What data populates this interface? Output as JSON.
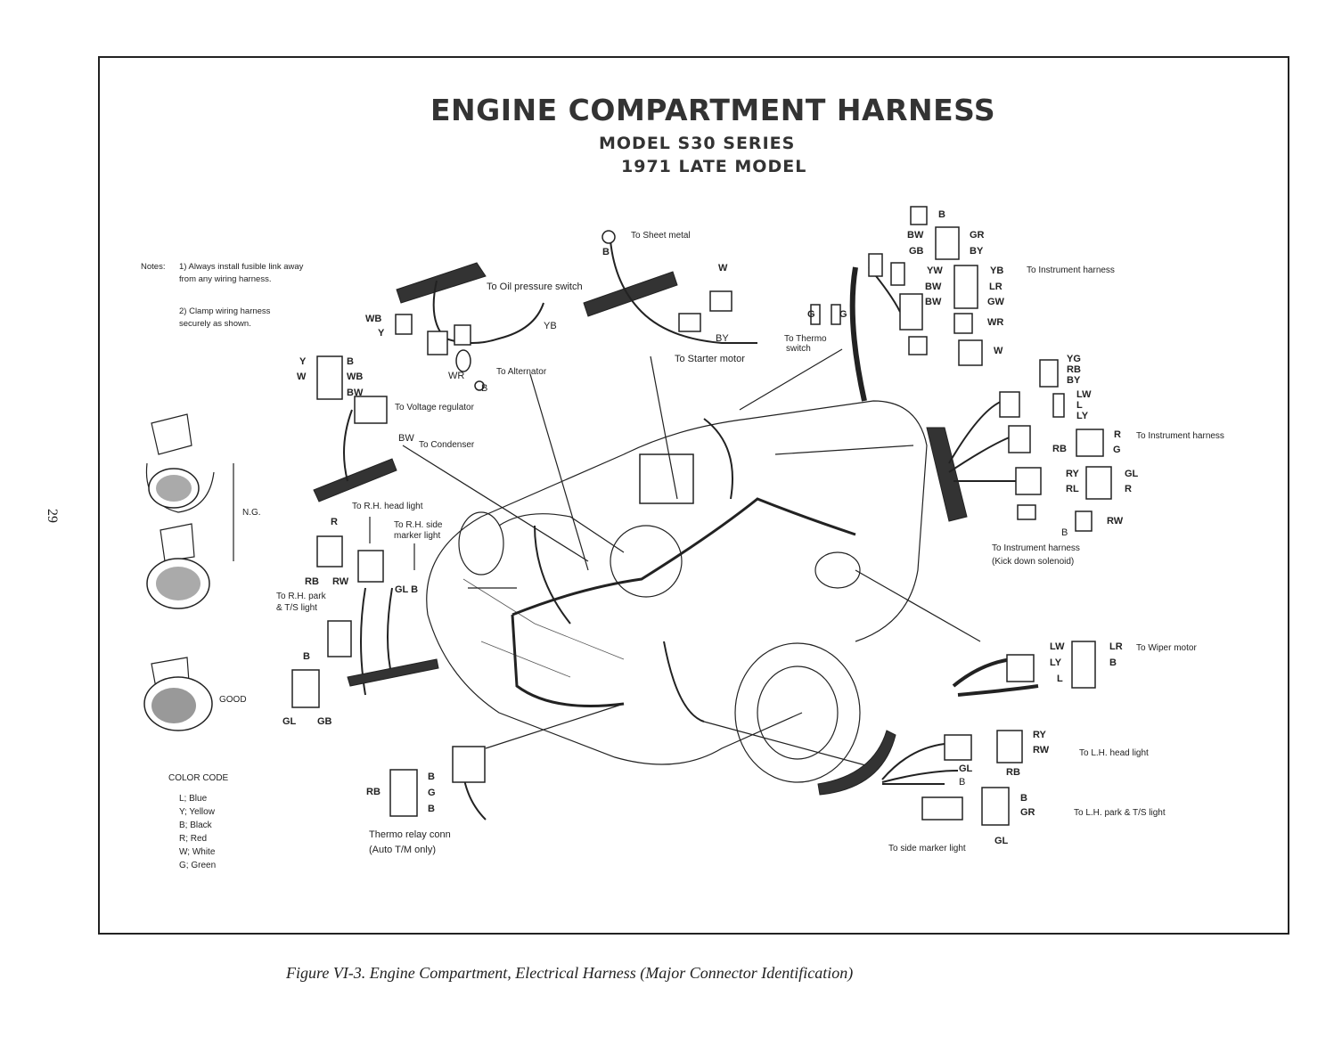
{
  "title": "ENGINE COMPARTMENT HARNESS",
  "subtitle_model": "MODEL S30 SERIES",
  "subtitle_year": "1971 LATE MODEL",
  "page_number": "29",
  "caption": "Figure VI-3. Engine Compartment, Electrical Harness (Major Connector Identification)",
  "notes": {
    "heading": "Notes:",
    "note1": "1) Always install fusible link away from any wiring harness.",
    "note2": "2) Clamp wiring harness securely as shown."
  },
  "clamp_labels": {
    "ng": "N.G.",
    "good": "GOOD"
  },
  "color_code": {
    "heading": "COLOR CODE",
    "items": [
      "L; Blue",
      "Y; Yellow",
      "B; Black",
      "R; Red",
      "W; White",
      "G; Green"
    ]
  },
  "destinations": {
    "sheet_metal": "To Sheet metal",
    "oil_pressure": "To Oil pressure switch",
    "alternator": "To Alternator",
    "voltage_regulator": "To Voltage regulator",
    "condenser": "To Condenser",
    "starter_motor": "To Starter motor",
    "thermo_switch_1": "To Thermo",
    "thermo_switch_2": "switch",
    "instrument_1": "To Instrument harness",
    "instrument_2": "To Instrument harness",
    "instrument_kick_1": "To Instrument harness",
    "instrument_kick_2": "(Kick down solenoid)",
    "wiper": "To Wiper motor",
    "lh_head": "To L.H. head light",
    "lh_park": "To L.H. park & T/S light",
    "side_marker": "To side marker light",
    "rh_head": "To R.H. head light",
    "rh_side_1": "To R.H. side",
    "rh_side_2": "marker light",
    "rh_park_1": "To R.H. park",
    "rh_park_2": "& T/S light",
    "thermo_relay_1": "Thermo relay conn",
    "thermo_relay_2": "(Auto T/M only)"
  },
  "codes": {
    "b_top": "B",
    "w_top": "W",
    "yb": "YB",
    "wb": "WB",
    "y": "Y",
    "wr": "WR",
    "b_alt": "B",
    "by": "BY",
    "bw_cond": "BW",
    "vr_y": "Y",
    "vr_b": "B",
    "vr_w": "W",
    "vr_wb": "WB",
    "vr_bw": "BW",
    "g1": "G",
    "g2": "G",
    "ih_b": "B",
    "ih_bw": "BW",
    "ih_gr": "GR",
    "ih_gb": "GB",
    "ih_by": "BY",
    "ih_yw": "YW",
    "ih_yb": "YB",
    "ih_bw2": "BW",
    "ih_lr": "LR",
    "ih_bw3": "BW",
    "ih_gw": "GW",
    "ih_wr": "WR",
    "ih_w": "W",
    "i2_yg": "YG",
    "i2_rb": "RB",
    "i2_by": "BY",
    "i2_lw": "LW",
    "i2_l": "L",
    "i2_ly": "LY",
    "i2_r": "R",
    "i2_rb2": "RB",
    "i2_g": "G",
    "i2_ry": "RY",
    "i2_gl": "GL",
    "i2_rl": "RL",
    "i2_r2": "R",
    "i2_b": "B",
    "i2_rw": "RW",
    "wp_lw": "LW",
    "wp_lr": "LR",
    "wp_ly": "LY",
    "wp_b": "B",
    "wp_l": "L",
    "lh_ry": "RY",
    "lh_rw": "RW",
    "lh_gl": "GL",
    "lh_b": "B",
    "lh_rb": "RB",
    "lhp_b": "B",
    "lhp_gr": "GR",
    "lhp_gl": "GL",
    "rh_r": "R",
    "rh_rb": "RB",
    "rh_rw": "RW",
    "rh_gl_b": "GL B",
    "rhp_b": "B",
    "rhp_gl": "GL",
    "rhp_gb": "GB",
    "tr_rb": "RB",
    "tr_b1": "B",
    "tr_g": "G",
    "tr_b2": "B"
  }
}
